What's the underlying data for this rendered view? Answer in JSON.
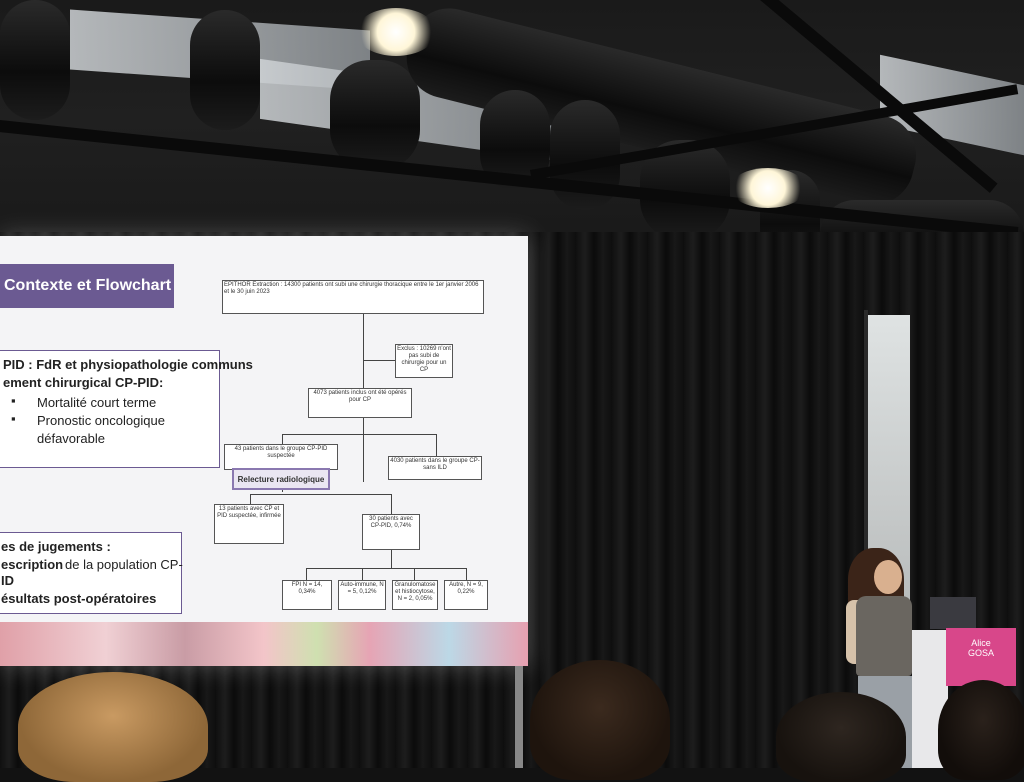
{
  "slide": {
    "title": "Contexte et Flowchart",
    "box1": {
      "line1": "PID : FdR et physiopathologie communs",
      "line2": "ement chirurgical CP-PID:",
      "bullet1": "Mortalité court terme",
      "bullet2": "Pronostic oncologique",
      "bullet2b": "défavorable"
    },
    "box2": {
      "heading": "es de jugements :",
      "line1a": "escription",
      "line1b": "de la population CP-",
      "line2": "ID",
      "line3": "ésultats post-opératoires"
    },
    "flowchart": {
      "top": "EPITHOR Extraction : 14300 patients ont subi une chirurgie thoracique entre le 1er janvier 2006 et le 30 juin 2023",
      "exclus": "Exclus : 10269 n'ont pas subi de chirurgie pour un CP",
      "included": "4073 patients inclus ont été opérés pour CP",
      "left": "43 patients dans le groupe CP-PID suspectée",
      "right": "4030 patients dans le groupe CP- sans ILD",
      "relecture": "Relecture radiologique",
      "infirmee": "13 patients avec CP et PID suspectée, infirmée",
      "confirmed": "30 patients avec CP-PID, 0,74%",
      "fpi": "FPI N = 14, 0,34%",
      "auto": "Auto-immune, N = 5, 0,12%",
      "granu": "Granulomatose et histiocytose, N = 2, 0,05%",
      "autre": "Autre, N = 9, 0,22%"
    }
  },
  "sign": {
    "first": "Alice",
    "last": "GOSA"
  }
}
